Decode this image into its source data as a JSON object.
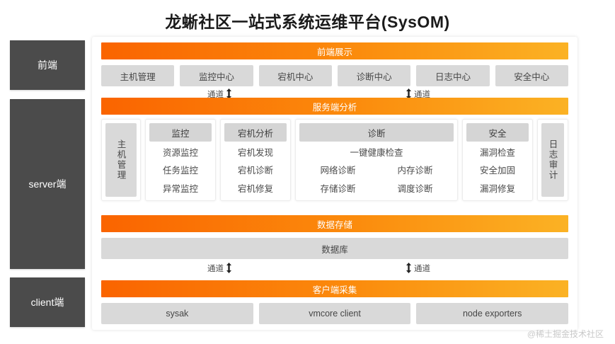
{
  "title": "龙蜥社区一站式系统运维平台(SysOM)",
  "colors": {
    "band_start": "#FA6400",
    "band_end": "#FBB224",
    "sidebar_bg": "#4B4B4B",
    "chip_bg": "#D9D9D9",
    "panel_bg": "#FFFFFF"
  },
  "sidebar": {
    "items": [
      {
        "label": "前端"
      },
      {
        "label": "server端"
      },
      {
        "label": "client端"
      }
    ]
  },
  "frontend": {
    "band_label": "前端展示",
    "items": [
      {
        "label": "主机管理"
      },
      {
        "label": "监控中心"
      },
      {
        "label": "宕机中心"
      },
      {
        "label": "诊断中心"
      },
      {
        "label": "日志中心"
      },
      {
        "label": "安全中心"
      }
    ]
  },
  "channel_top": {
    "left_label": "通道",
    "right_label": "通道"
  },
  "server": {
    "band_label": "服务端分析",
    "host": {
      "label": "主机管理"
    },
    "monitor": {
      "header": "监控",
      "items": [
        "资源监控",
        "任务监控",
        "异常监控"
      ]
    },
    "crash": {
      "header": "宕机分析",
      "items": [
        "宕机发现",
        "宕机诊断",
        "宕机修复"
      ]
    },
    "diagnose": {
      "header": "诊断",
      "full_item": "一键健康检查",
      "items": [
        "网络诊断",
        "内存诊断",
        "存储诊断",
        "调度诊断"
      ]
    },
    "security": {
      "header": "安全",
      "items": [
        "漏洞检查",
        "安全加固",
        "漏洞修复"
      ]
    },
    "audit": {
      "label": "日志审计"
    }
  },
  "storage": {
    "band_label": "数据存储",
    "item": "数据库"
  },
  "channel_bottom": {
    "left_label": "通道",
    "right_label": "通道"
  },
  "client": {
    "band_label": "客户端采集",
    "items": [
      {
        "label": "sysak"
      },
      {
        "label": "vmcore client"
      },
      {
        "label": "node exporters"
      }
    ]
  },
  "watermark": "@稀土掘金技术社区"
}
